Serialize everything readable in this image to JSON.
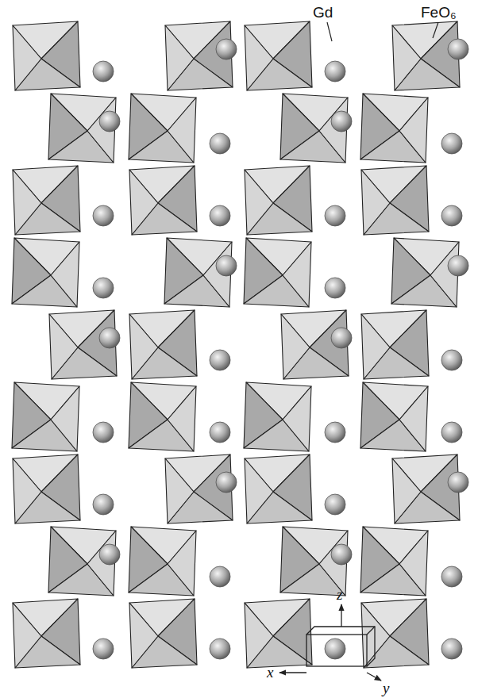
{
  "diagram": {
    "labels": [
      "Gd",
      "FeO₆",
      "z",
      "x",
      "y"
    ]
  }
}
